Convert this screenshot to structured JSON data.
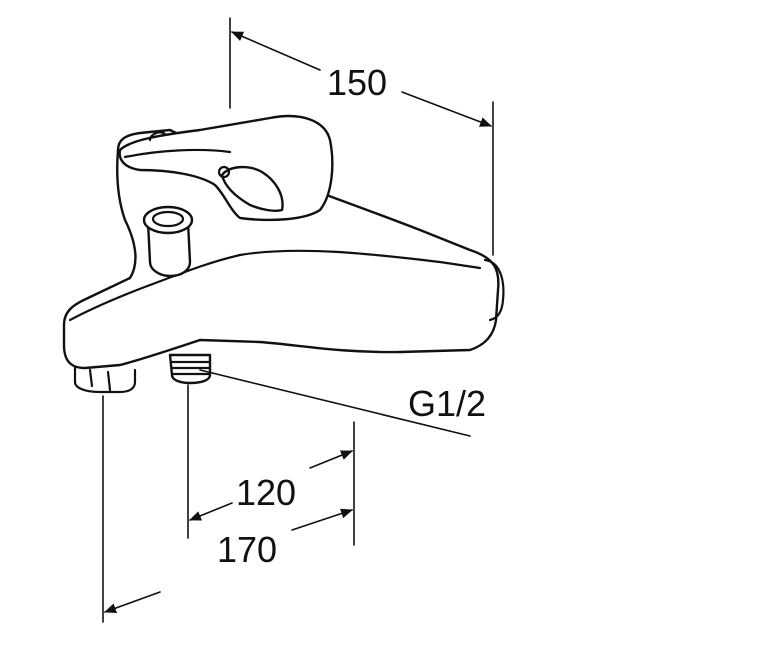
{
  "dimensions": {
    "width_label": "150",
    "inner_spacing_label": "120",
    "outer_spacing_label": "170",
    "thread_label": "G1/2"
  },
  "colors": {
    "line": "#111111",
    "background": "#ffffff"
  }
}
